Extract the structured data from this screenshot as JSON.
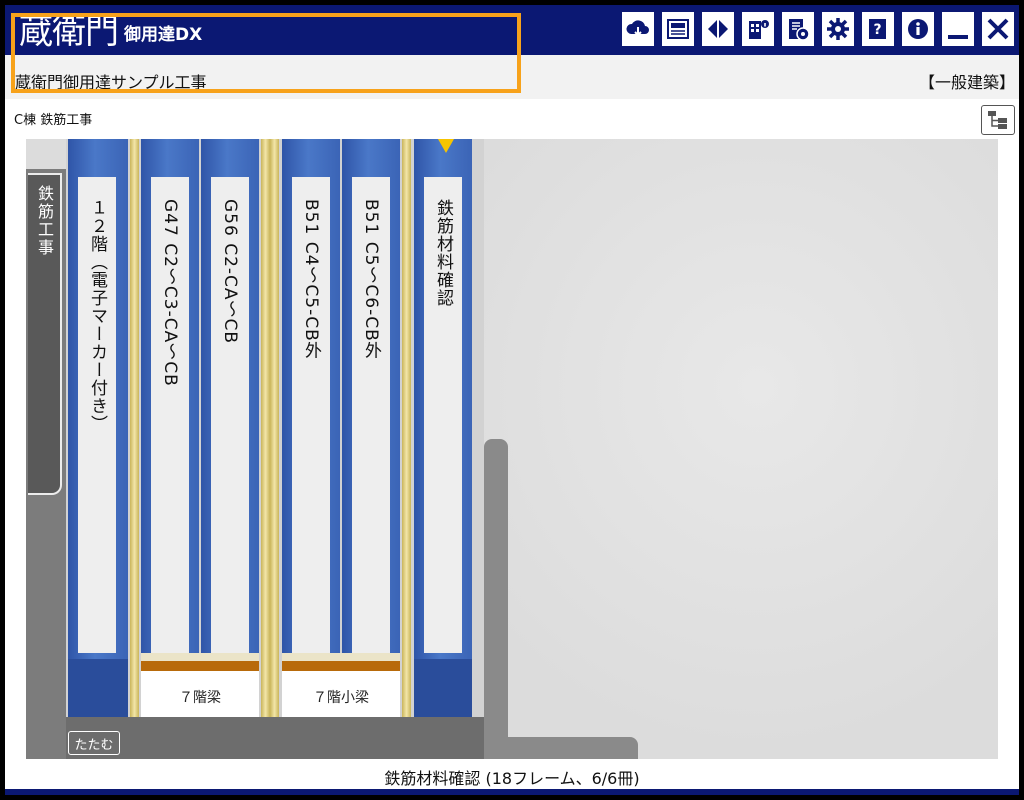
{
  "header": {
    "logo_main": "蔵衛門",
    "logo_sub": "御用達DX",
    "toolbar": [
      {
        "name": "cloud-sync-icon"
      },
      {
        "name": "blackboard-icon"
      },
      {
        "name": "split-view-icon"
      },
      {
        "name": "building-info-icon"
      },
      {
        "name": "device-settings-icon"
      },
      {
        "name": "gear-icon"
      },
      {
        "name": "help-icon"
      },
      {
        "name": "info-icon"
      },
      {
        "name": "minimize-icon"
      },
      {
        "name": "close-icon"
      }
    ],
    "accent_color": "#0b1873"
  },
  "project": {
    "title": "蔵衛門御用達サンプル工事",
    "type": "【一般建築】",
    "highlight_color": "#f7a21b"
  },
  "breadcrumb": {
    "path": "C棟  鉄筋工事"
  },
  "shelf": {
    "category_tab": "鉄筋工事",
    "fold_button": "たたむ",
    "binders": [
      {
        "label": "１２階（電子マーカー付き）"
      },
      {
        "label": "G47 C2～C3-CA～CB"
      },
      {
        "label": "G56 C2-CA～CB"
      },
      {
        "label": "B51 C4～C5-CB外"
      },
      {
        "label": "B51 C5～C6-CB外"
      },
      {
        "label": "鉄筋材料確認",
        "active": true
      }
    ],
    "groups": [
      {
        "label": "７階梁"
      },
      {
        "label": "７階小梁"
      }
    ]
  },
  "footer": {
    "status": "鉄筋材料確認 (18フレーム、6/6冊)"
  }
}
